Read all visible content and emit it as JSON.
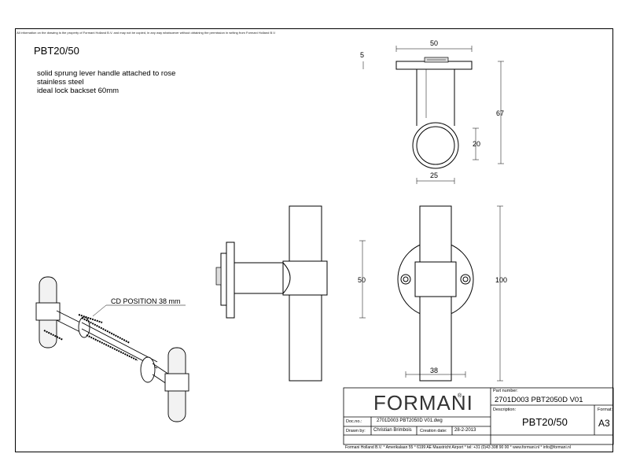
{
  "disclaimer": "All information on the drawing is the property of Formani Holland B.V. and may not be copied, in any way whatsoever without obtaining the permission in writing from Formani Holland B.V.",
  "title": "PBT20/50",
  "description_lines": [
    "solid sprung lever handle attached to rose",
    "stainless steel",
    "ideal lock backset 60mm"
  ],
  "dimensions": {
    "rose_width": "50",
    "rose_thickness": "5",
    "total_height": "67",
    "tube_diameter": "20",
    "tube_width": "25",
    "side_height": "50",
    "front_height": "100",
    "front_width": "38"
  },
  "cd_position": "CD POSITION 38 mm",
  "title_block": {
    "logo": "FORMANI",
    "logo_mark": "®",
    "part_number_label": "Part number:",
    "part_number": "2701D003 PBT2050D V01",
    "description_label": "Description:",
    "description": "PBT20/50",
    "format_label": "Format:",
    "format": "A3",
    "doc_no_label": "Doc.no.:",
    "doc_no": "2701D003 PBT2050D V01.dwg",
    "drawn_by_label": "Drawn by:",
    "drawn_by": "Christian Brimbois",
    "creation_date_label": "Creation date:",
    "creation_date": "28-2-2013",
    "footer": "Formani Holland B.V. ° Amerikalaan 55 ° 6199 AE Maastricht Airport ° tel: +31 (0)43 308 90 00 ° www.formani.nl ° info@formani.nl"
  }
}
